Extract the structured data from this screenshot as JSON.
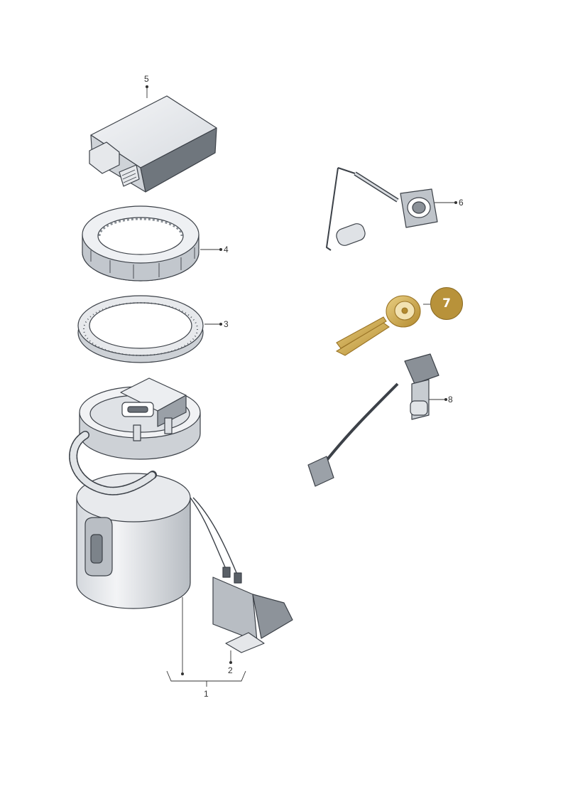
{
  "labels": {
    "p1": "1",
    "p2": "2",
    "p3": "3",
    "p4": "4",
    "p5": "5",
    "p6": "6",
    "p7": "7",
    "p8": "8"
  },
  "colors": {
    "highlight": "#c9a13e",
    "badge": "#b8923a",
    "part_fill": "#eef0f3",
    "part_shade": "#c4c9cf",
    "part_dark": "#7f868d",
    "outline": "#3c4148"
  }
}
